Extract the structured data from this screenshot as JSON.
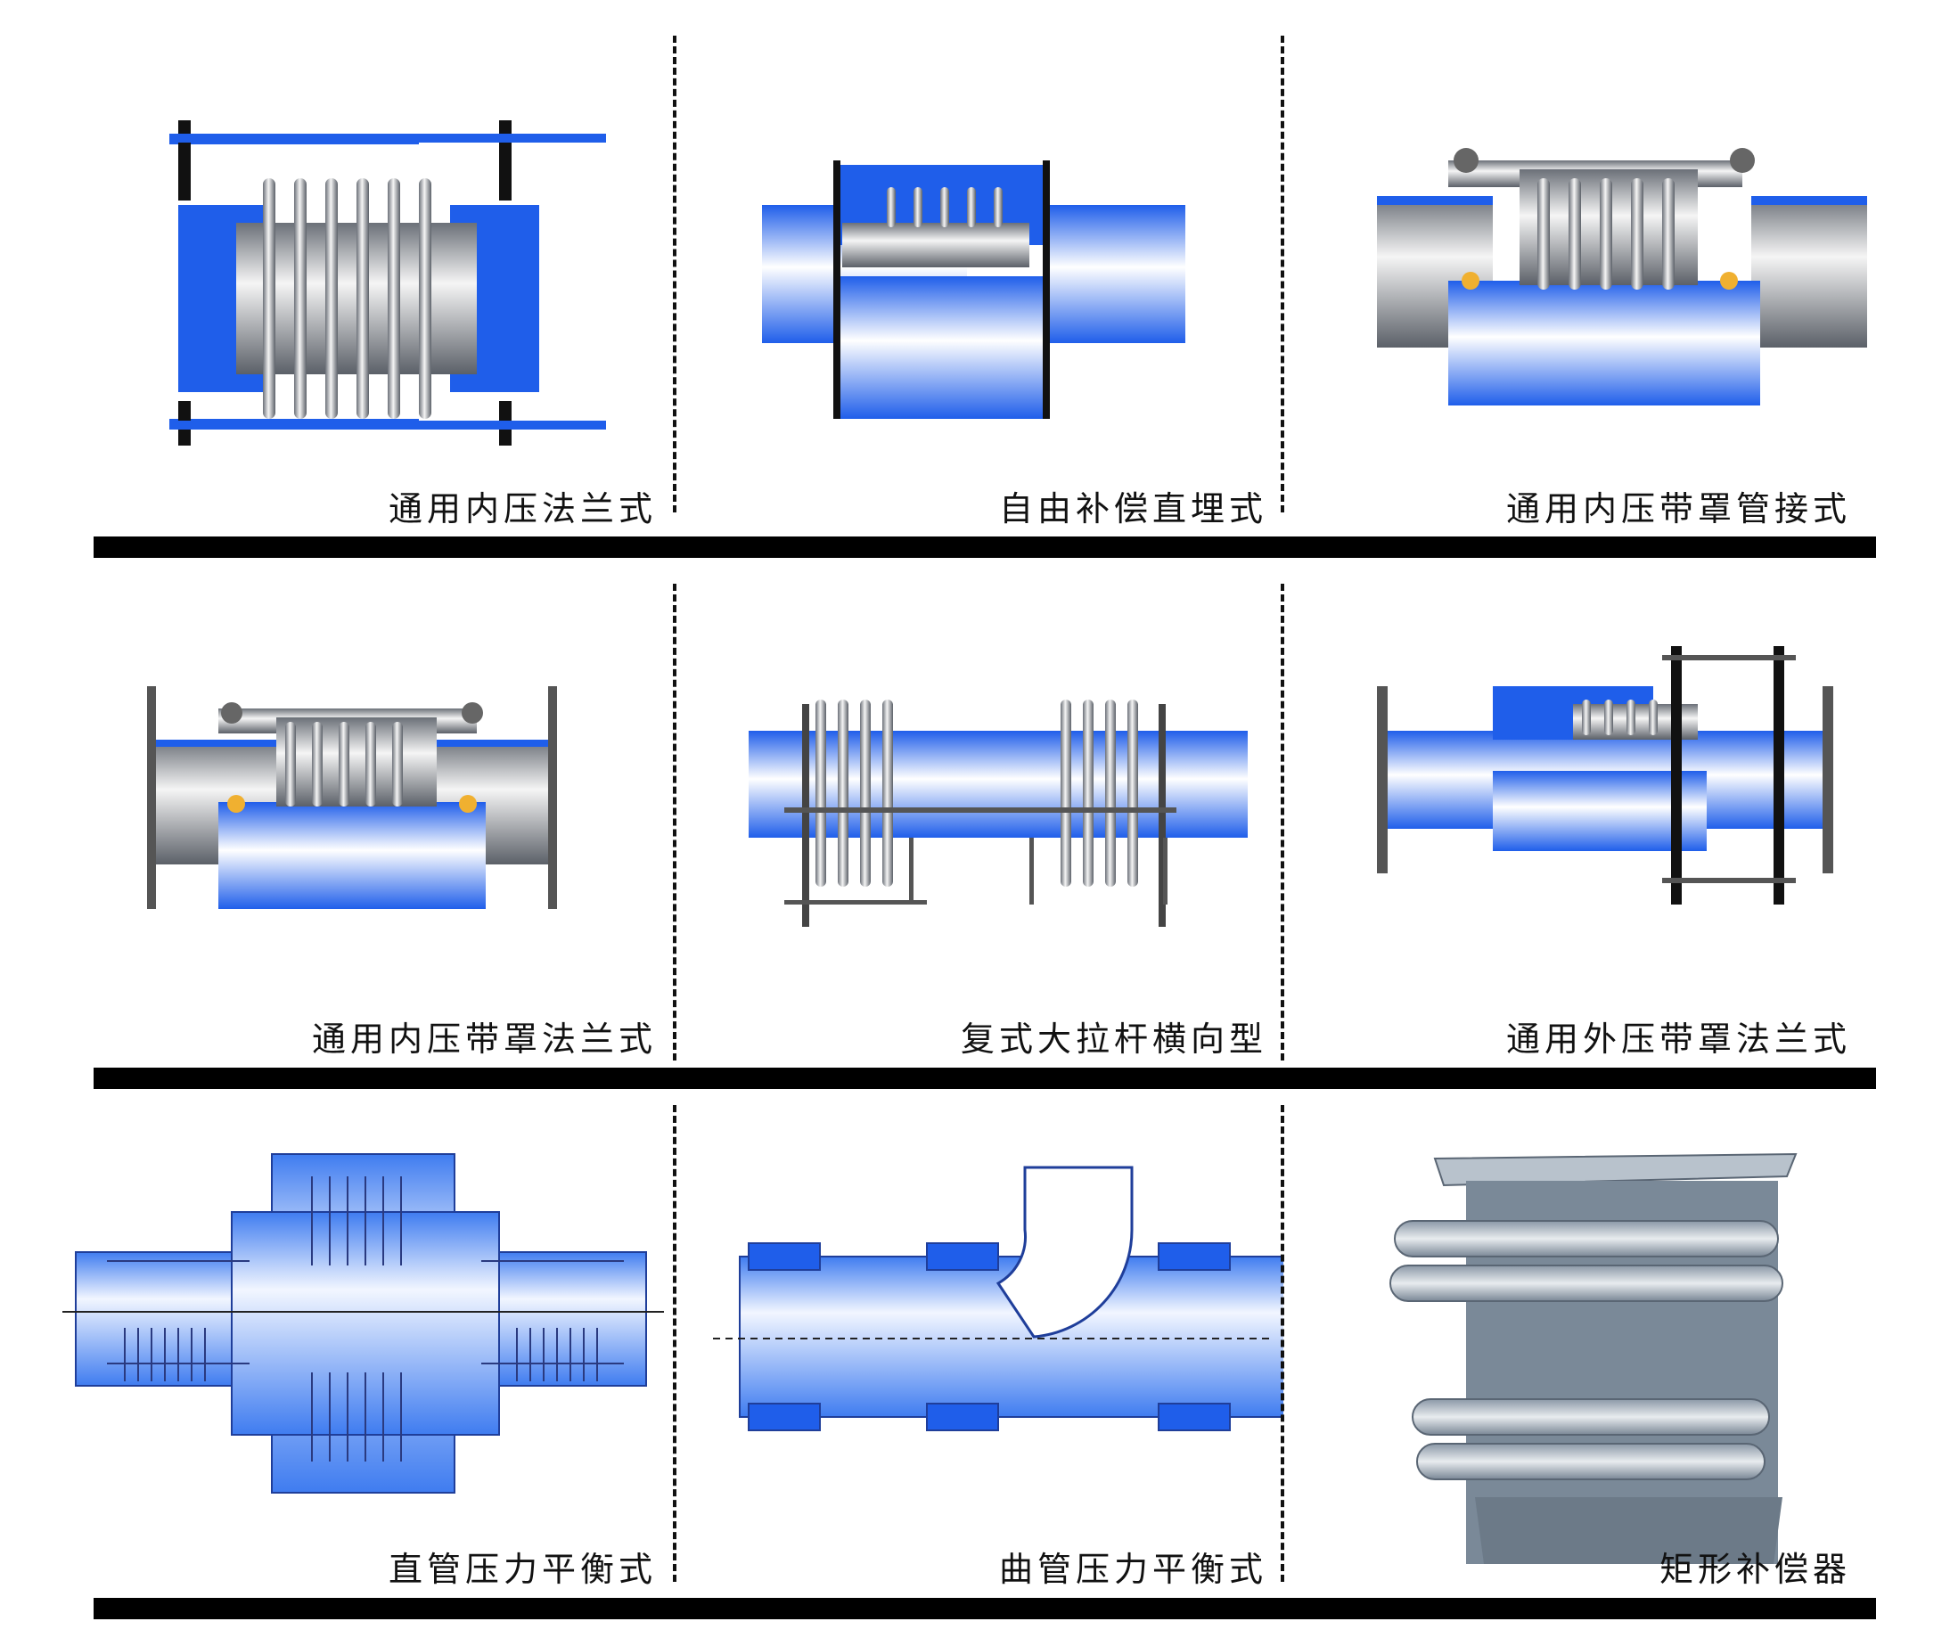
{
  "colors": {
    "blue": "#1f5eea",
    "steel": "#9aa0a8",
    "dark": "#111111",
    "rule": "#000000"
  },
  "products": [
    {
      "label": "通用内压法兰式",
      "icon": "flanged-bellows-icon"
    },
    {
      "label": "自由补偿直埋式",
      "icon": "direct-buried-compensator-icon"
    },
    {
      "label": "通用内压带罩管接式",
      "icon": "covered-pipe-joint-icon"
    },
    {
      "label": "通用内压带罩法兰式",
      "icon": "covered-flanged-icon"
    },
    {
      "label": "复式大拉杆横向型",
      "icon": "double-tie-rod-lateral-icon"
    },
    {
      "label": "通用外压带罩法兰式",
      "icon": "external-pressure-covered-icon"
    },
    {
      "label": "直管压力平衡式",
      "icon": "straight-pressure-balanced-icon"
    },
    {
      "label": "曲管压力平衡式",
      "icon": "elbow-pressure-balanced-icon"
    },
    {
      "label": "矩形补偿器",
      "icon": "rectangular-compensator-icon"
    }
  ]
}
